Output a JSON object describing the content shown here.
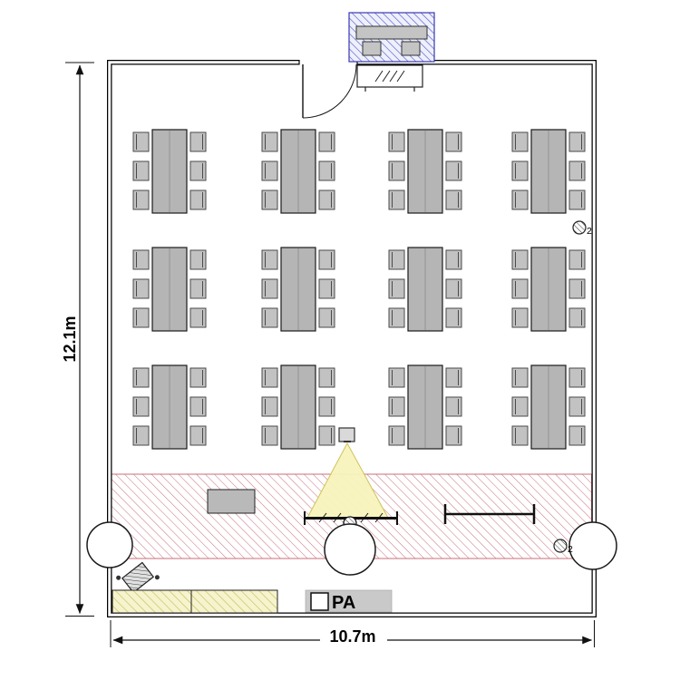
{
  "diagram": {
    "type": "floor-plan",
    "room": {
      "height_label": "12.1m",
      "width_label": "10.7m"
    },
    "labels": {
      "pa": "PA",
      "outlet_right": "2",
      "outlet_bottom": "2"
    },
    "furniture_counts": {
      "table_groups": 12,
      "grid_columns": 4,
      "grid_rows": 3,
      "chairs_per_group": 6,
      "round_columns": 3
    },
    "colors": {
      "wall": "#000000",
      "furniture_fill": "#b5b5b5",
      "stage_hatch": "#c96f7b",
      "booth_hatch": "#3939b5",
      "platform_hatch": "#c9bf55",
      "beam_fill": "#f8f3bd"
    }
  }
}
